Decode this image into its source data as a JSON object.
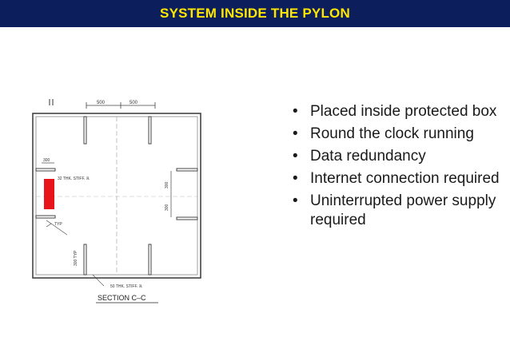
{
  "slide": {
    "title": "SYSTEM INSIDE THE PYLON",
    "title_color": "#ffe600",
    "title_bar_color": "#0c1e5b"
  },
  "drawing": {
    "dim_top_left": "500",
    "dim_top_right": "500",
    "dim_left": "300",
    "stiff_label_upper": "32 THK. STIFF. ℝ",
    "dim_right_upper": "300",
    "dim_right_lower": "300",
    "typ_label": "TYP",
    "dim_bottom_left": "300 TYP",
    "stiff_label_lower": "50 THK. STIFF. ℝ",
    "section_label": "SECTION C–C",
    "box_color": "#e8141b"
  },
  "bullets": [
    "Placed inside protected box",
    "Round the clock running",
    "Data redundancy",
    "Internet connection required",
    "Uninterrupted power supply required"
  ]
}
